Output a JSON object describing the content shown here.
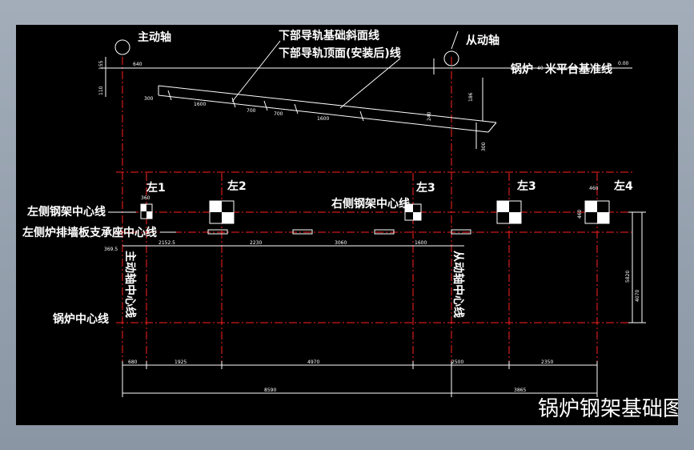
{
  "labels": {
    "drive_shaft": "主动轴",
    "driven_shaft": "从动轴",
    "lower_rail_slope": "下部导轨基础斜面线",
    "lower_rail_top": "下部导轨顶面(安装后)线",
    "boiler_platform_prefix": "锅炉",
    "boiler_platform_level": "40",
    "boiler_platform_suffix": "米平台基准线",
    "elevation_zero": "0.00",
    "left_frame_center": "左侧钢架中心线",
    "right_frame_center": "右侧钢架中心线",
    "left_wall_support_center": "左侧炉排墙板支承座中心线",
    "drive_shaft_center": "主动轴中心线",
    "driven_shaft_center": "从动轴中心线",
    "boiler_center": "锅炉中心线",
    "title": "锅炉钢架基础图"
  },
  "columns": [
    "左1",
    "左2",
    "左3",
    "左3",
    "左4"
  ],
  "dims": {
    "d155": "155",
    "d110": "110",
    "d640": "640",
    "d300": "300",
    "d1600a": "1600",
    "d700a": "700",
    "d700b": "700",
    "d1600b": "1600",
    "d240": "240",
    "d186": "186",
    "d300b": "300",
    "d360": "360",
    "d460": "460",
    "d460v": "460",
    "d369": "369.5",
    "d2152": "2152.5",
    "d2230": "2230",
    "d3060": "3060",
    "d1600c": "1600",
    "d5820": "5820",
    "d4070": "4070",
    "d680": "680",
    "d1925": "1925",
    "d4970": "4970",
    "d2500": "2500",
    "d2350": "2350",
    "d8590": "8590",
    "d3865": "3865"
  },
  "colors": {
    "background": "#000000",
    "line": "#ffffff",
    "centerline": "#ff2020"
  }
}
